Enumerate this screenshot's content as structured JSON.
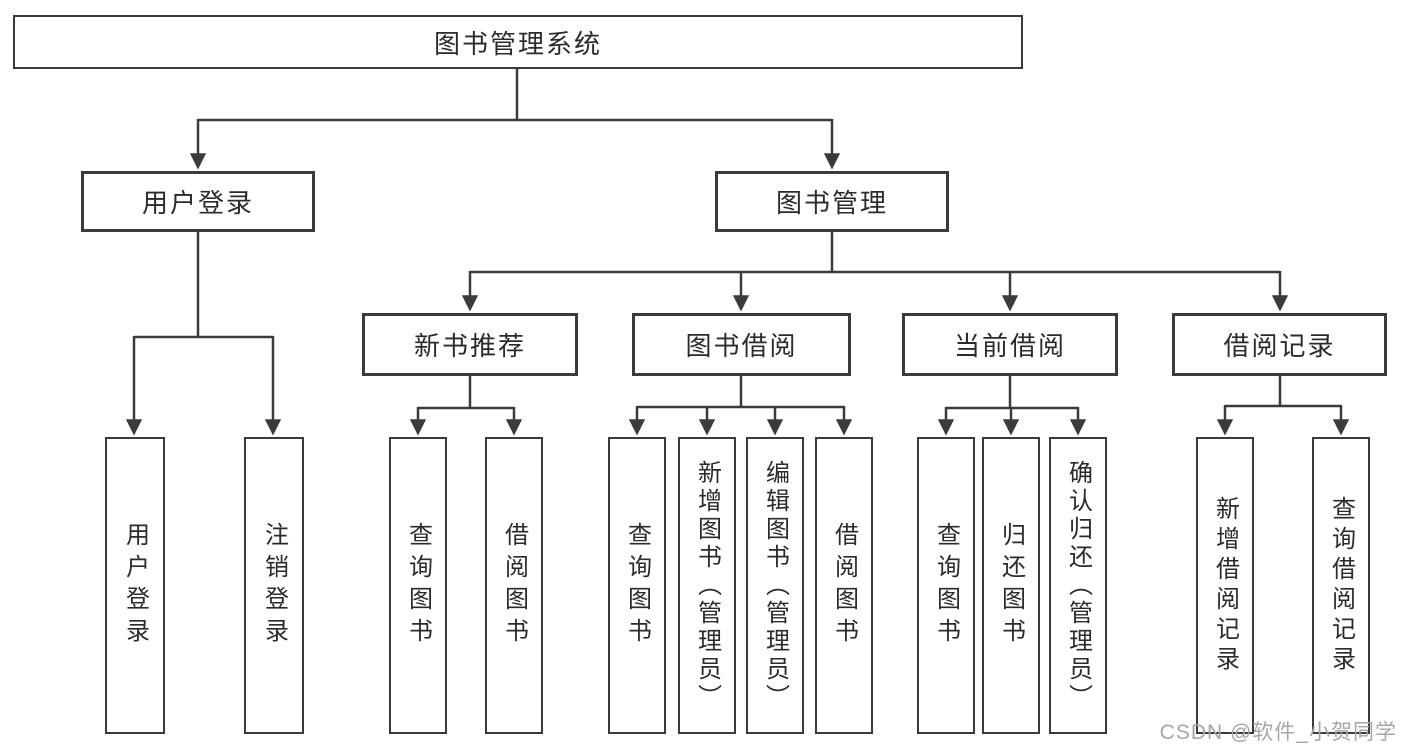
{
  "diagram": {
    "type": "hierarchy-tree",
    "tree": {
      "label": "图书管理系统",
      "children": [
        {
          "label": "用户登录",
          "children": [
            {
              "label": "用户登录"
            },
            {
              "label": "注销登录"
            }
          ]
        },
        {
          "label": "图书管理",
          "children": [
            {
              "label": "新书推荐",
              "children": [
                {
                  "label": "查询图书"
                },
                {
                  "label": "借阅图书"
                }
              ]
            },
            {
              "label": "图书借阅",
              "children": [
                {
                  "label": "查询图书"
                },
                {
                  "label": "新增图书（管理员）"
                },
                {
                  "label": "编辑图书（管理员）"
                },
                {
                  "label": "借阅图书"
                }
              ]
            },
            {
              "label": "当前借阅",
              "children": [
                {
                  "label": "查询图书"
                },
                {
                  "label": "归还图书"
                },
                {
                  "label": "确认归还（管理员）"
                }
              ]
            },
            {
              "label": "借阅记录",
              "children": [
                {
                  "label": "新增借阅记录"
                },
                {
                  "label": "查询借阅记录"
                }
              ]
            }
          ]
        }
      ]
    }
  },
  "watermark": "CSDN @软件_小贺同学",
  "colors": {
    "background": "#ffffff",
    "line": "#3b3b3b",
    "box_border": "#3b3b3b",
    "box_fill": "#ffffff",
    "text": "#2b2b2b",
    "watermark": "#a6a6a6"
  }
}
